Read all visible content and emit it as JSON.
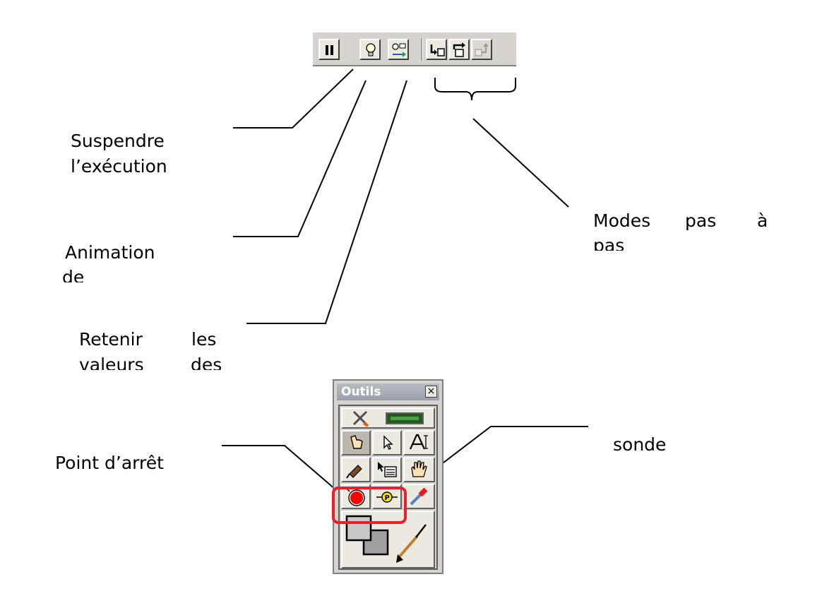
{
  "labels": {
    "suspend_line1": "Suspendre",
    "suspend_line2": "l’exécution",
    "animation_line1": "Animation",
    "animation_line2": "de",
    "step_line1_a": "Modes",
    "step_line1_b": "pas",
    "step_line1_c": "à",
    "step_line2": "pas",
    "retain_line1_a": "Retenir",
    "retain_line1_b": "les",
    "retain_line2_a": "valeurs",
    "retain_line2_b": "des",
    "breakpoint": "Point d’arrêt",
    "probe": "sonde"
  },
  "toolbar": {
    "buttons": [
      "pause-icon",
      "lightbulb-icon",
      "retain-wire-values-icon",
      "step-into-icon",
      "step-over-icon",
      "step-out-icon"
    ]
  },
  "palette": {
    "title": "Outils",
    "close_glyph": "×",
    "tools": [
      "automatic-tool-icon",
      "operate-value-icon",
      "position-select-icon",
      "edit-text-icon",
      "connect-wire-icon",
      "object-shortcut-menu-icon",
      "scroll-window-icon",
      "breakpoint-icon",
      "probe-icon",
      "get-color-icon",
      "set-color-icon"
    ],
    "colors": {
      "breakpoint": "#ff0000",
      "probe": "#f0e020",
      "highlight": "#e8202a"
    }
  }
}
